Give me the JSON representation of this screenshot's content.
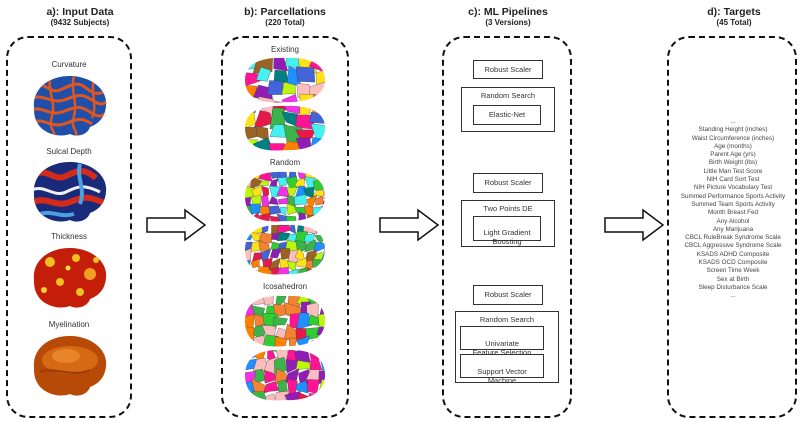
{
  "columns": {
    "input": {
      "title": "a): Input Data",
      "subtitle": "(9432 Subjects)"
    },
    "parcellations": {
      "title": "b): Parcellations",
      "subtitle": "(220 Total)"
    },
    "pipelines": {
      "title": "c): ML Pipelines",
      "subtitle": "(3 Versions)"
    },
    "targets": {
      "title": "d): Targets",
      "subtitle": "(45 Total)"
    }
  },
  "input_maps": [
    {
      "label": "Curvature",
      "colors": [
        "#1f4fa8",
        "#e0561c"
      ]
    },
    {
      "label": "Sulcal Depth",
      "colors": [
        "#1a2a7a",
        "#d42a1a"
      ]
    },
    {
      "label": "Thickness",
      "colors": [
        "#c41e0a",
        "#f0c020"
      ]
    },
    {
      "label": "Myelination",
      "colors": [
        "#b84a08",
        "#e07a20"
      ]
    }
  ],
  "parcellation_types": [
    {
      "label": "Existing"
    },
    {
      "label": "Random"
    },
    {
      "label": "Icosahedron"
    }
  ],
  "pipelines": [
    {
      "scaler": "Robust Scaler",
      "search": "Random Search",
      "steps": [],
      "model": "Elastic-Net"
    },
    {
      "scaler": "Robust Scaler",
      "search": "Two Points DE",
      "steps": [],
      "model": "Light Gradient\nBoosting"
    },
    {
      "scaler": "Robust Scaler",
      "search": "Random Search",
      "steps": [
        "Univariate\nFeature Selection"
      ],
      "model": "Support Vector\nMachine"
    }
  ],
  "targets": [
    "...",
    "Standing Height (inches)",
    "Waist Circumference (inches)",
    "Age (months)",
    "Parent Age (yrs)",
    "Birth Weight (lbs)",
    "Little Man Test Score",
    "NIH Card Sort Test",
    "NIH Picture Vocabulary Test",
    "Summed Performance Sports Activity",
    "Summed Team Sports Activity",
    "Month Breast Fed",
    "Any Alcohol",
    "Any Marijuana",
    "CBCL RuleBreak Syndrome Scale",
    "CBCL Aggressive Syndrome Scale",
    "KSADS ADHD Composite",
    "KSADS OCD Composite",
    "Screen Time Week",
    "Sex at Birth",
    "Sleep Disturbance Scale",
    "..."
  ],
  "colors": {
    "parcel_palette": [
      "#e6194b",
      "#3cb44b",
      "#ffe119",
      "#4363d8",
      "#f58231",
      "#911eb4",
      "#46f0f0",
      "#f032e6",
      "#bcf60c",
      "#fabebe",
      "#008080",
      "#9a6324",
      "#ff7f00",
      "#1e90ff",
      "#32cd32",
      "#ff1493"
    ]
  }
}
